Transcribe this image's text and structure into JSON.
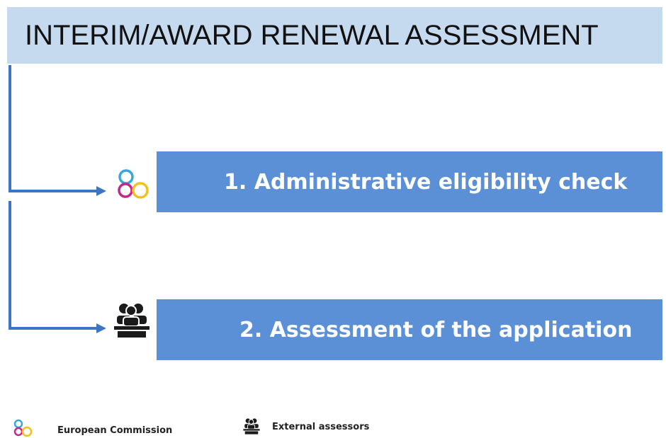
{
  "header": {
    "title": "INTERIM/AWARD RENEWAL ASSESSMENT"
  },
  "steps": [
    {
      "label": "1. Administrative eligibility check",
      "icon": "european-commission-icon"
    },
    {
      "label": "2. Assessment of the application",
      "icon": "external-assessors-icon"
    }
  ],
  "legend": {
    "commission_label": "European Commission",
    "assessors_label": "External assessors"
  },
  "colors": {
    "header_bg": "#c5d9ef",
    "step_bg": "#5b8fd6",
    "connector": "#3d74c4",
    "ring_blue": "#3aa6d8",
    "ring_magenta": "#c2278c",
    "ring_yellow": "#f2c01e"
  }
}
